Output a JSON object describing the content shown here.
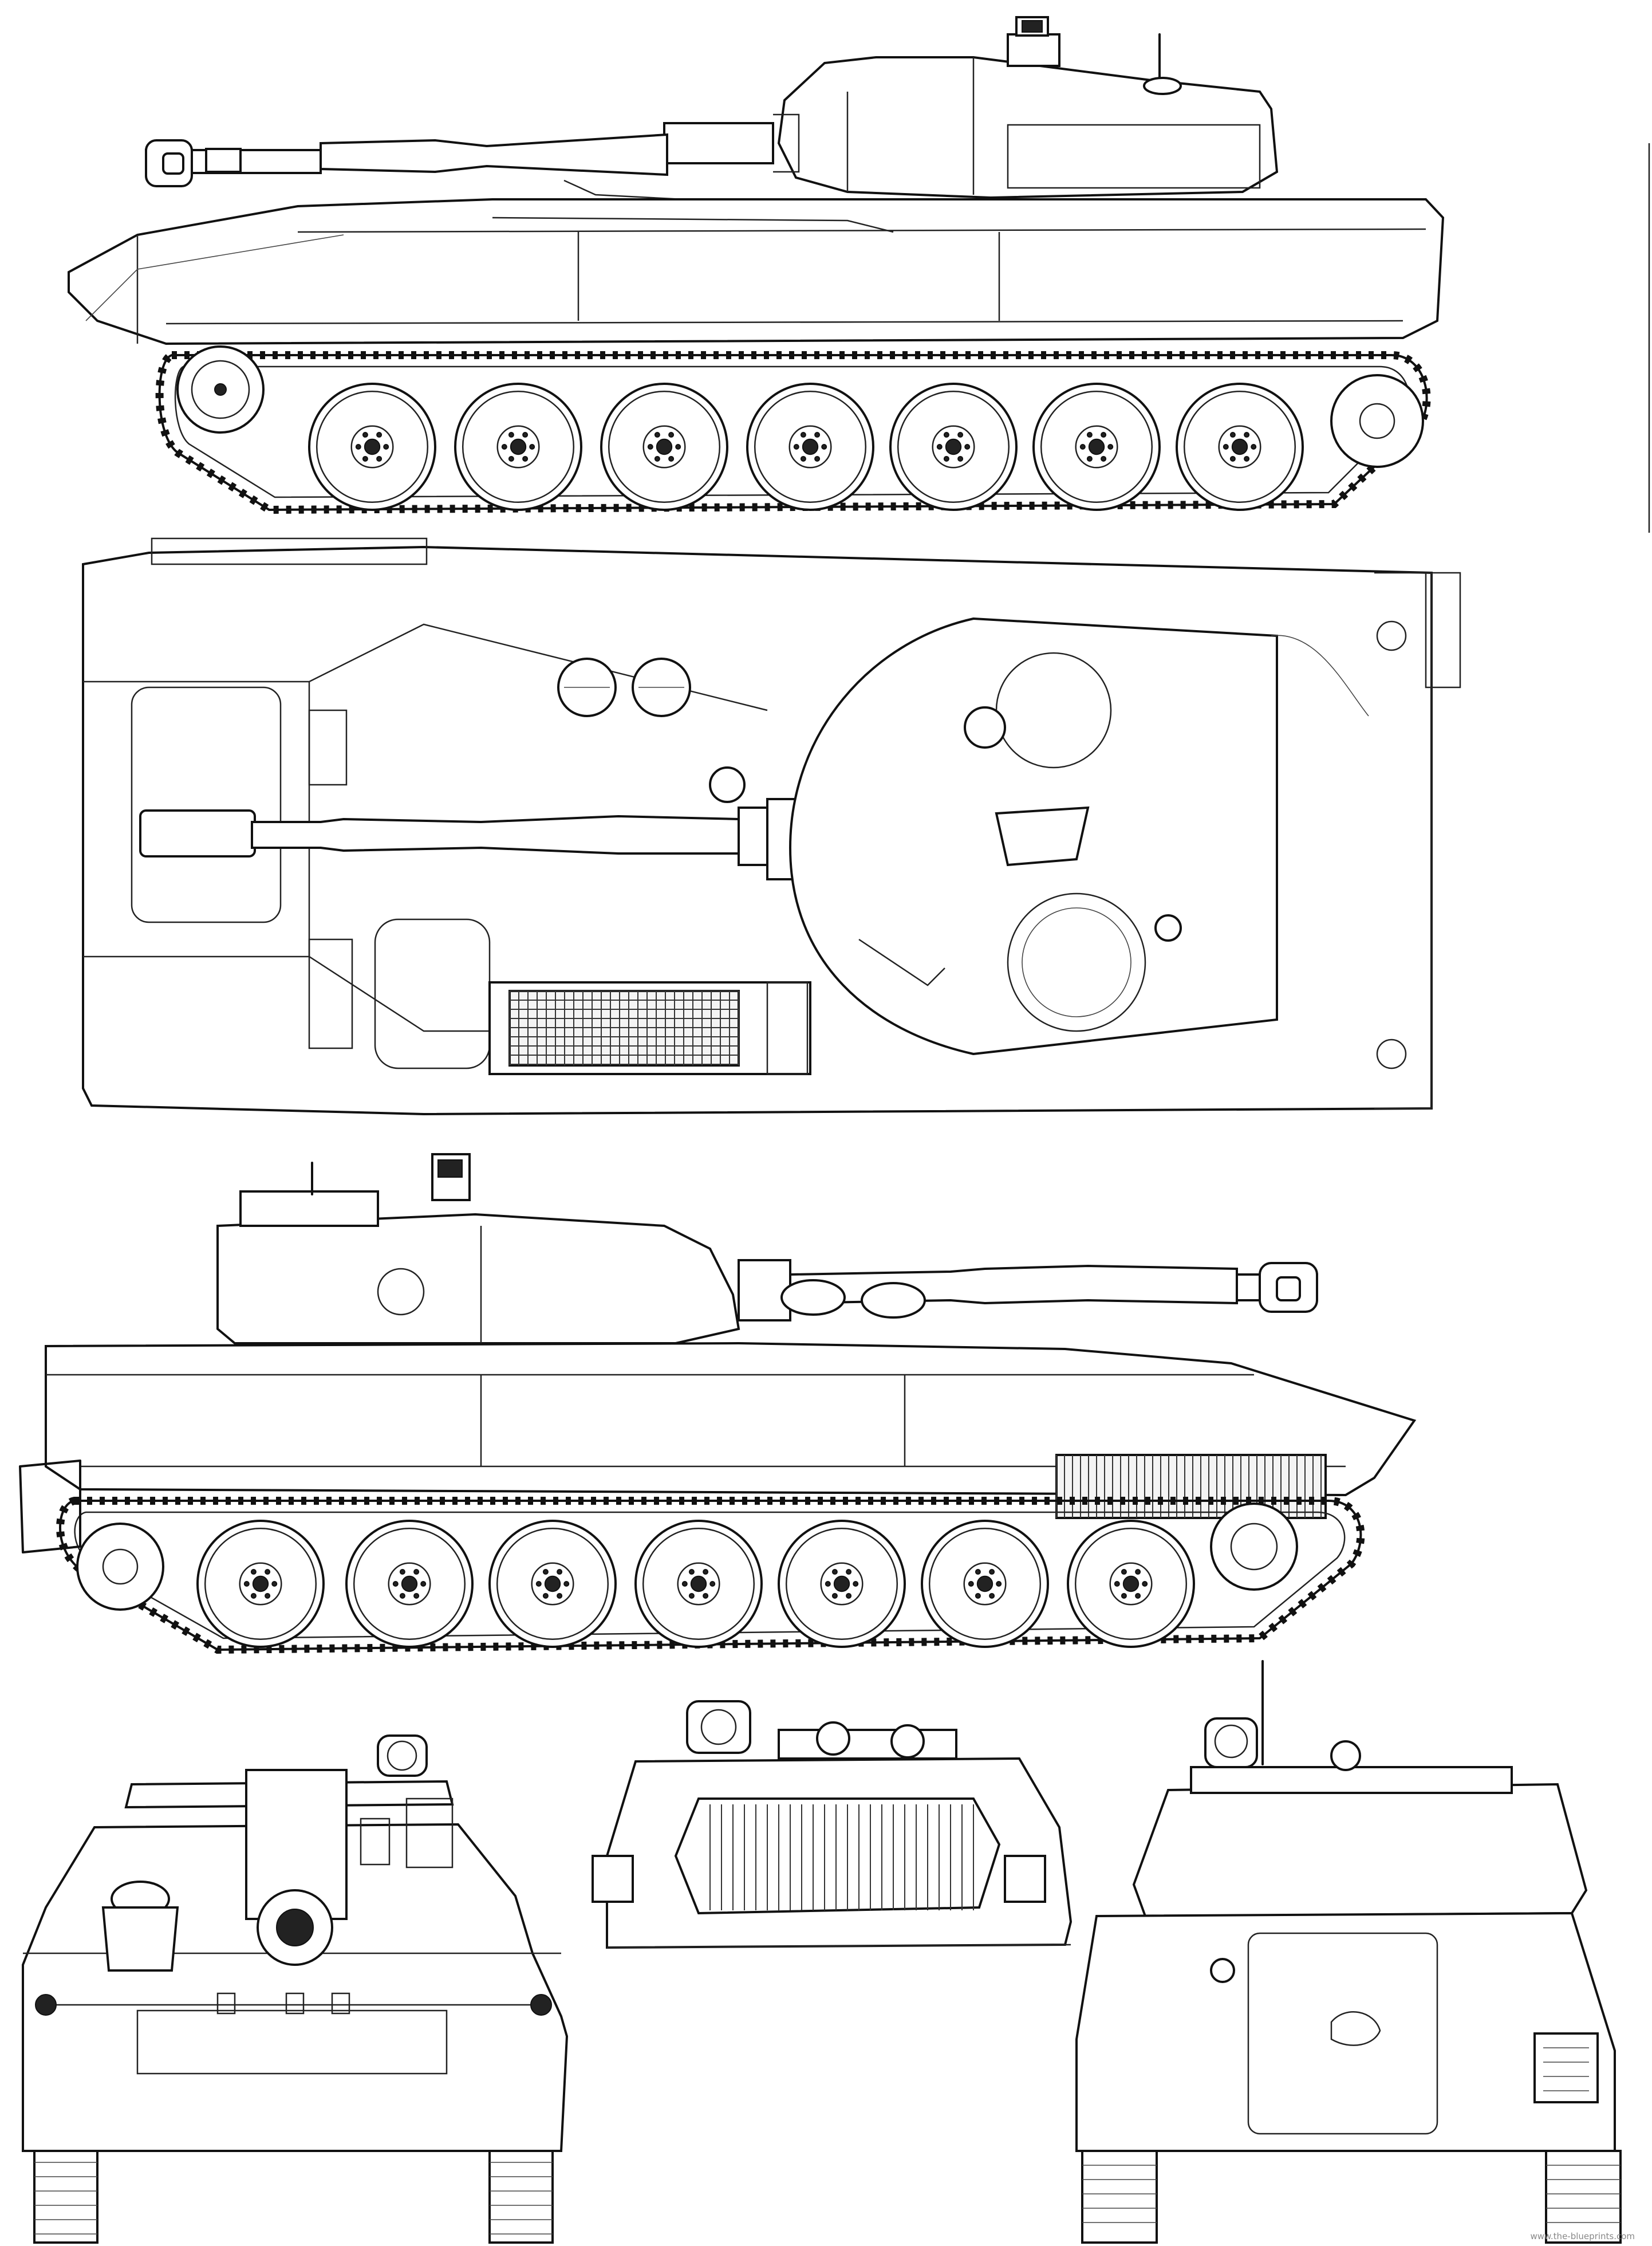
{
  "watermark": "www.the-blueprints.com",
  "views": {
    "top_side": "side-view-right",
    "plan": "top-view",
    "bottom_side": "side-view-left",
    "front": "front-view",
    "rear_low": "rear-detail-view",
    "rear": "rear-view"
  }
}
